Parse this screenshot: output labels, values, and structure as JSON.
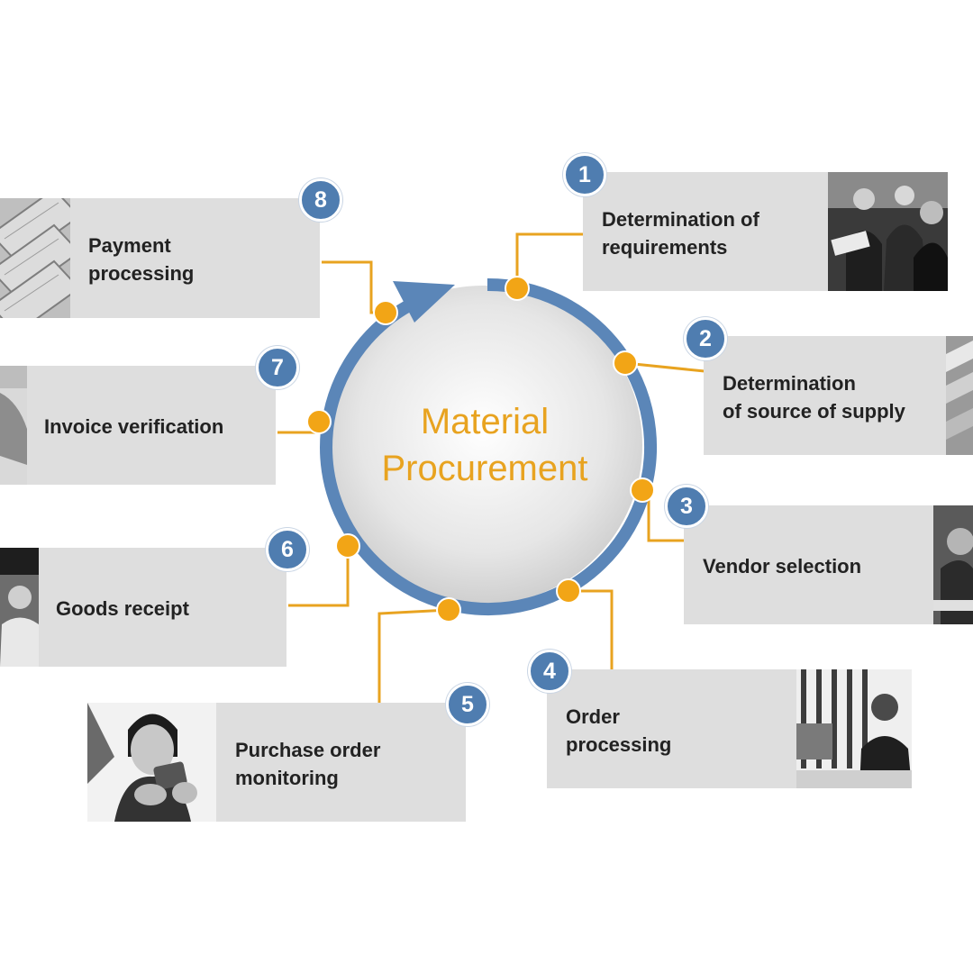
{
  "center": {
    "line1": "Material",
    "line2": "Procurement"
  },
  "colors": {
    "accent": "#E8A320",
    "ring": "#5B86B8",
    "badge": "#4F7DB0",
    "box": "#DEDEDE"
  },
  "steps": [
    {
      "number": "1",
      "line1": "Determination of",
      "line2": "requirements",
      "photo_icon": "business-meeting-photo"
    },
    {
      "number": "2",
      "line1": "Determination",
      "line2": "of source of supply",
      "photo_icon": "documents-photo"
    },
    {
      "number": "3",
      "line1": "Vendor selection",
      "line2": "",
      "photo_icon": "phone-call-photo"
    },
    {
      "number": "4",
      "line1": "Order",
      "line2": "processing",
      "photo_icon": "headset-operator-photo"
    },
    {
      "number": "5",
      "line1": "Purchase order",
      "line2": "monitoring",
      "photo_icon": "mobile-device-photo"
    },
    {
      "number": "6",
      "line1": "Goods receipt",
      "line2": "",
      "photo_icon": "warehouse-worker-photo"
    },
    {
      "number": "7",
      "line1": "Invoice verification",
      "line2": "",
      "photo_icon": "paperwork-photo"
    },
    {
      "number": "8",
      "line1": "Payment",
      "line2": "processing",
      "photo_icon": "banknotes-photo"
    }
  ]
}
